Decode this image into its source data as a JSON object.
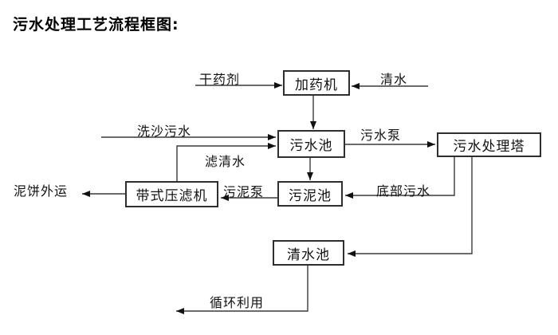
{
  "title": "污水处理工艺流程框图:",
  "diagram": {
    "nodes": {
      "dosing_machine": "加药机",
      "sewage_pool": "污水池",
      "treatment_tower": "污水处理塔",
      "sludge_pool": "污泥池",
      "belt_filter_press": "带式压滤机",
      "clean_water_pool": "清水池"
    },
    "edge_labels": {
      "dry_chemical": "干药剂",
      "clean_water": "清水",
      "sand_washing_sewage": "洗沙污水",
      "sewage_pump": "污水泵",
      "filtered_water": "滤清水",
      "sludge_pump": "污泥泵",
      "bottom_sewage": "底部污水",
      "mud_cake_out": "泥饼外运",
      "recycling": "循环利用"
    },
    "colors": {
      "background": "#ffffff",
      "line": "#3a3a3a",
      "box_border": "#2e2e2e",
      "text": "#111111",
      "arrowhead": "#111111"
    }
  }
}
